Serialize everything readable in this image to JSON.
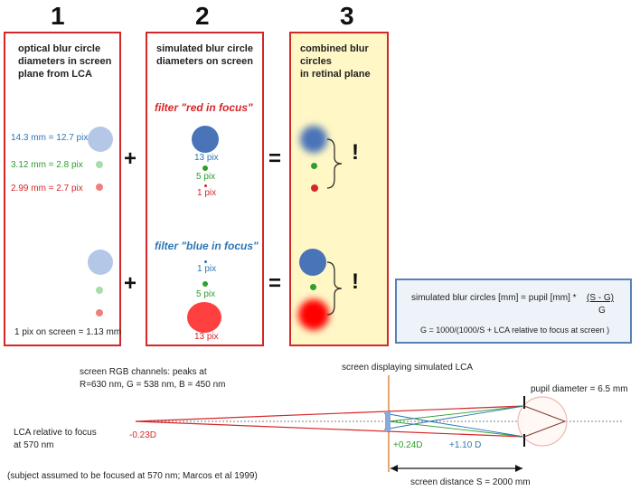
{
  "panels": [
    {
      "number": "1",
      "title_lines": [
        "optical blur circle",
        "diameters in screen",
        "plane from LCA"
      ]
    },
    {
      "number": "2",
      "title_lines": [
        "simulated blur circle",
        "diameters on screen"
      ]
    },
    {
      "number": "3",
      "title_lines": [
        "combined blur",
        "circles",
        "in retinal plane"
      ]
    }
  ],
  "panel1": {
    "blue_label": "14.3 mm = 12.7 pix",
    "green_label": "3.12 mm = 2.8 pix",
    "red_label": "2.99 mm = 2.7 pix",
    "footer": "1 pix on screen = 1.13 mm"
  },
  "panel2": {
    "filter_red": "filter \"red in focus\"",
    "filter_blue": "filter \"blue in focus\"",
    "red_focus": {
      "blue": "13 pix",
      "green": "5 pix",
      "red": "1 pix"
    },
    "blue_focus": {
      "blue": "1 pix",
      "green": "5 pix",
      "red": "13 pix"
    }
  },
  "operators": {
    "plus": "+",
    "equals": "=",
    "exclaim": "!"
  },
  "formula": {
    "left": "simulated blur circles [mm] =  pupil [mm]  *",
    "numerator": "(S - G)",
    "denominator": "G",
    "g_def": "G = 1000/(1000/S  + LCA relative to focus at screen )"
  },
  "bottom": {
    "rgb_line1": "screen RGB channels:  peaks at",
    "rgb_line2": "R=630 nm, G = 538 nm, B = 450 nm",
    "screen_label": "screen displaying simulated LCA",
    "pupil_label": "pupil diameter = 6.5 mm",
    "lca_line1": "LCA relative to focus",
    "lca_line2": "at 570 nm",
    "red_d": "-0.23D",
    "green_d": "+0.24D",
    "blue_d": "+1.10 D",
    "subject_note": "(subject assumed to be focused at 570 nm; Marcos et al 1999)",
    "distance_label": "screen distance  S  = 2000 mm"
  },
  "colors": {
    "red": "#d62728",
    "blue": "#2e75b6",
    "green": "#2ca02c",
    "panel3_bg": "#fff7c6",
    "light_blue": "#b4c7e7",
    "light_red": "#f08080"
  }
}
